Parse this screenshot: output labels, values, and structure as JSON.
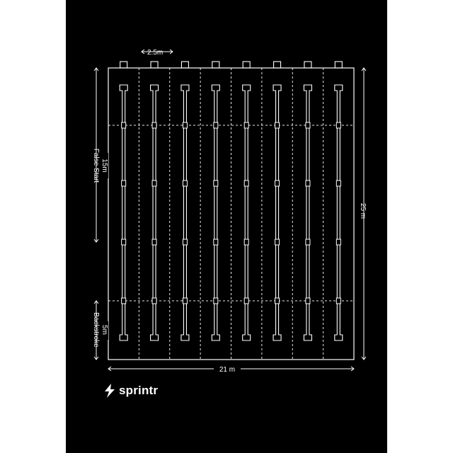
{
  "diagram": {
    "lane_width_label": "2.5m",
    "pool_length_label": "25 m",
    "pool_width_label": "21 m",
    "false_start": {
      "distance": "15m",
      "name": "False Start"
    },
    "backstroke": {
      "distance": "5m",
      "name": "Backstroke"
    },
    "lane_count": 8
  },
  "brand": {
    "name": "sprintr"
  },
  "colors": {
    "background": "#000000",
    "lines": "#ffffff"
  }
}
